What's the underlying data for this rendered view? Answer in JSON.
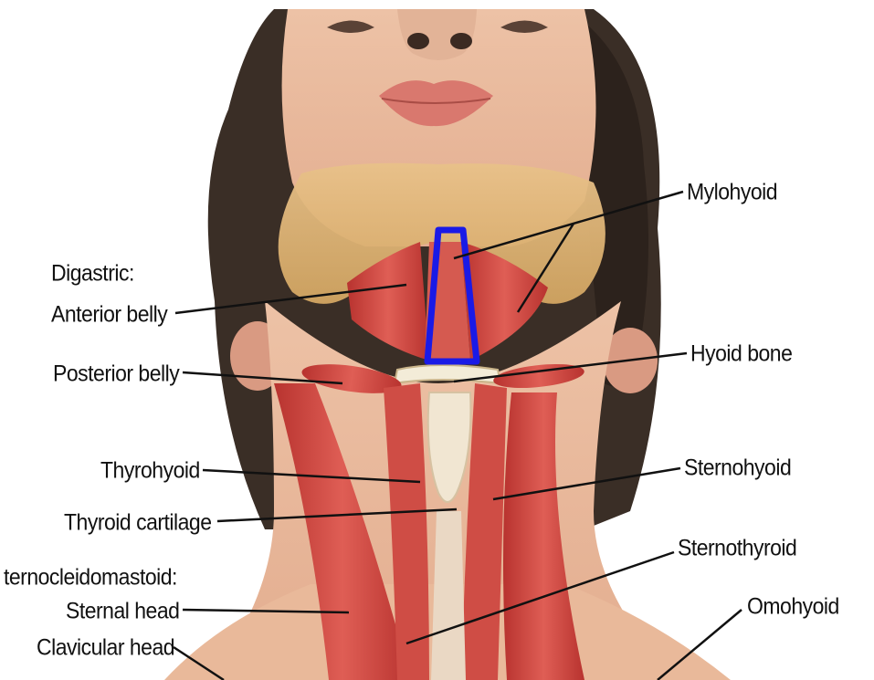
{
  "labels": {
    "digastric": "Digastric:",
    "anterior_belly": "Anterior belly",
    "posterior_belly": "Posterior belly",
    "thyrohyoid": "Thyrohyoid",
    "thyroid_cartilage": "Thyroid cartilage",
    "sternocleidomastoid": "ternocleidomastoid:",
    "sternal_head": "Sternal head",
    "clavicular_head": "Clavicular head",
    "mylohyoid": "Mylohyoid",
    "hyoid_bone": "Hyoid bone",
    "sternohyoid": "Sternohyoid",
    "sternothyroid": "Sternothyroid",
    "omohyoid": "Omohyoid"
  },
  "colors": {
    "highlight": "#1a1ae6",
    "muscle": "#c9443e",
    "skin": "#e9b99a",
    "hair": "#3a2e26"
  }
}
